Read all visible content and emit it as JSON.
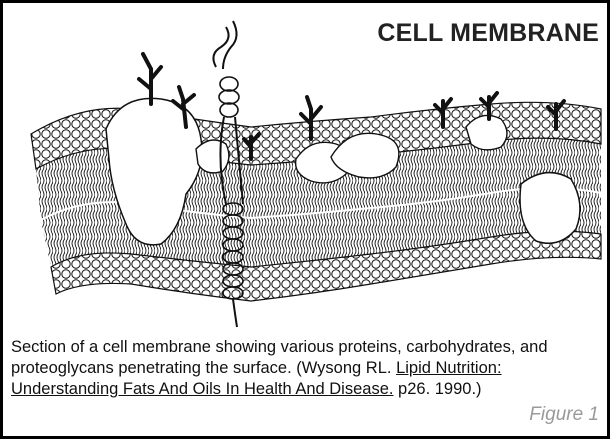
{
  "header": {
    "title": "CELL MEMBRANE"
  },
  "caption": {
    "part1": "Section of a cell membrane showing various proteins, carbohydrates, and proteoglycans penetrating the surface. (Wysong RL. ",
    "book_title": "Lipid Nutrition: Understanding Fats And Oils In Health And Disease.",
    "part2": " p26. 1990.)"
  },
  "figure": {
    "label": "Figure 1"
  },
  "colors": {
    "accent": "#f5c518",
    "ink": "#111111",
    "figure_label": "#9a9a9a"
  },
  "diagram": {
    "icon": "cell-membrane-illustration"
  }
}
